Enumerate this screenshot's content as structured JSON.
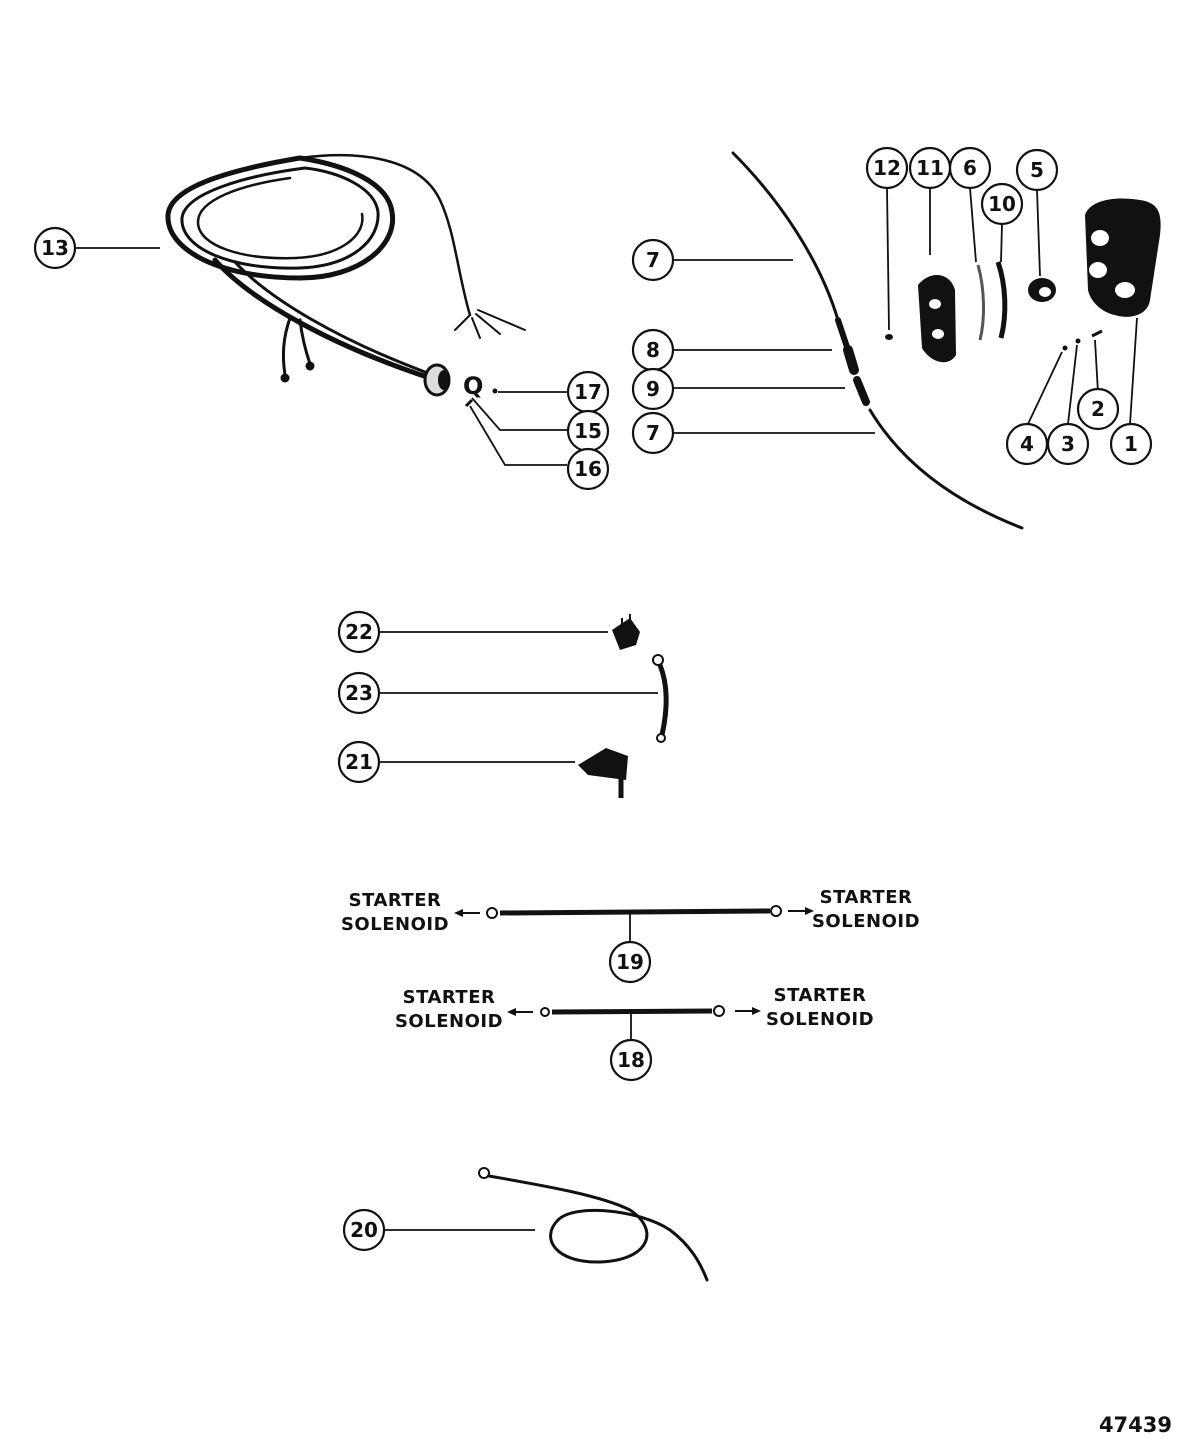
{
  "callouts": {
    "c13": "13",
    "c17": "17",
    "c15": "15",
    "c16": "16",
    "c7a": "7",
    "c8": "8",
    "c9": "9",
    "c7b": "7",
    "c12": "12",
    "c11": "11",
    "c6": "6",
    "c10": "10",
    "c5": "5",
    "c2": "2",
    "c4": "4",
    "c3": "3",
    "c1": "1",
    "c22": "22",
    "c23": "23",
    "c21": "21",
    "c19": "19",
    "c18": "18",
    "c20": "20"
  },
  "labels": {
    "starter": "STARTER",
    "solenoid": "SOLENOID"
  },
  "figure_number": "47439"
}
